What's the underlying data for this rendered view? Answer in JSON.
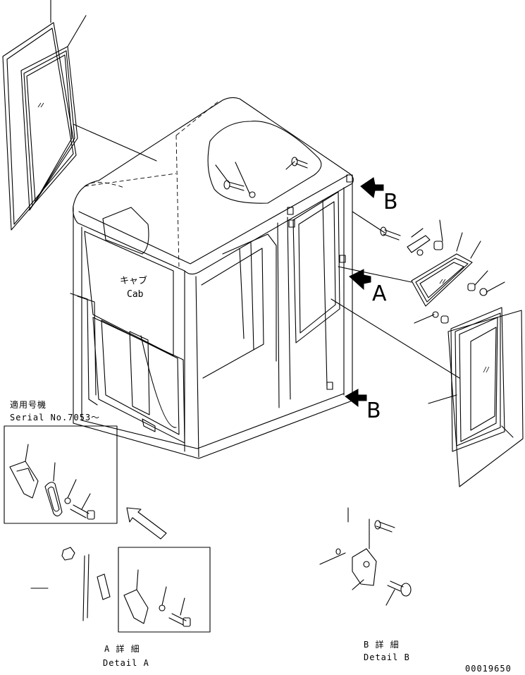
{
  "cab_label_jp": "キャブ",
  "cab_label_en": "Cab",
  "callout_a": "A",
  "callout_b_top": "B",
  "callout_b_bottom": "B",
  "serial_jp": "適用号機",
  "serial_en": "Serial No.7053～",
  "detail_a_jp": "A 詳 細",
  "detail_a_en": "Detail A",
  "detail_b_jp": "B 詳 細",
  "detail_b_en": "Detail B",
  "drawing_number": "00019650"
}
